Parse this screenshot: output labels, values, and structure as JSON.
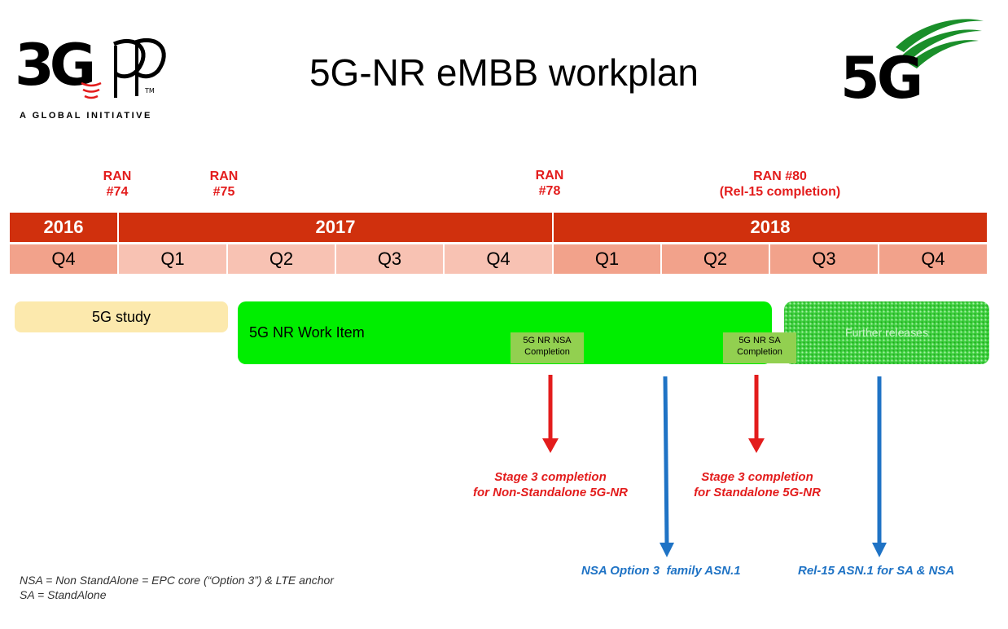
{
  "title": "5G-NR eMBB workplan",
  "logo_3gpp": {
    "brand": "3GPP",
    "tagline": "A GLOBAL INITIATIVE"
  },
  "logo_5g": {
    "text": "5G"
  },
  "ran_meetings": [
    {
      "line1": "RAN",
      "line2": "#74"
    },
    {
      "line1": "RAN",
      "line2": "#75"
    },
    {
      "line1": "RAN",
      "line2": "#78"
    },
    {
      "line1": "RAN #80",
      "line2": "(Rel-15 completion)"
    }
  ],
  "years": [
    "2016",
    "2017",
    "2018"
  ],
  "quarters": [
    "Q4",
    "Q1",
    "Q2",
    "Q3",
    "Q4",
    "Q1",
    "Q2",
    "Q3",
    "Q4"
  ],
  "bars": {
    "study": "5G study",
    "work_item": "5G NR Work Item",
    "continuation": "Further releases"
  },
  "milestones": {
    "nsa": {
      "line1": "5G NR NSA",
      "line2": "Completion"
    },
    "sa": {
      "line1": "5G NR SA",
      "line2": "Completion"
    }
  },
  "stage3": {
    "nsa": {
      "line1": "Stage 3 completion",
      "line2": "for Non-Standalone 5G-NR"
    },
    "sa": {
      "line1": "Stage 3 completion",
      "line2": "for Standalone 5G-NR"
    }
  },
  "asn1": {
    "nsa": "NSA Option 3  family ASN.1",
    "rel15": "Rel-15 ASN.1 for SA & NSA"
  },
  "notes": {
    "line1": "NSA = Non StandAlone = EPC core (“Option 3”) & LTE anchor",
    "line2": "SA = StandAlone"
  },
  "colors": {
    "red": "#e31c1c",
    "blue": "#1f73c5",
    "year_bar": "#d0300d",
    "work_item": "#00ee00",
    "milestone": "#92d050"
  }
}
